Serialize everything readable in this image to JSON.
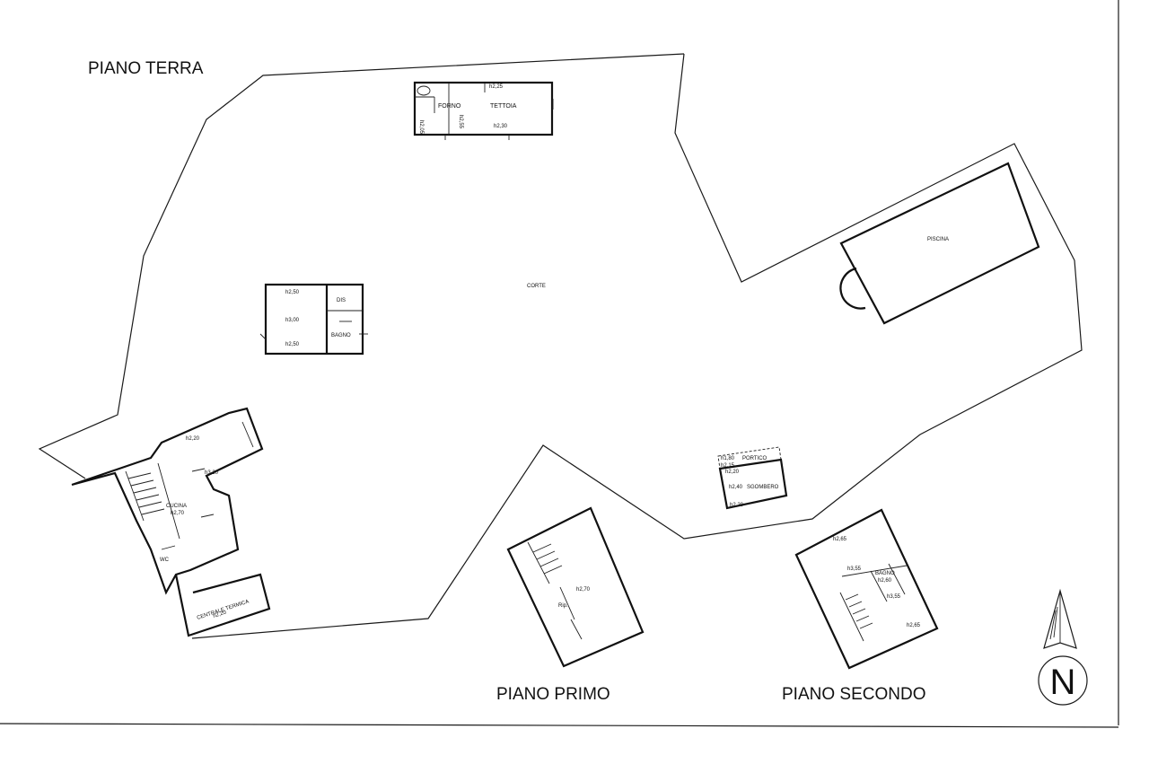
{
  "floors": {
    "ground": "PIANO TERRA",
    "first": "PIANO PRIMO",
    "second": "PIANO SECONDO"
  },
  "north": "N",
  "site": {
    "court": "CORTE",
    "pool": "PISCINA"
  },
  "shed": {
    "oven": "FORNO",
    "canopy": "TETTOIA",
    "h1": "h2,25",
    "h2": "h2,55",
    "h3": "h2,30",
    "h4": "h2,05"
  },
  "annex": {
    "dis": "DIS",
    "bath": "BAGNO",
    "h_top": "h2,50",
    "h_mid": "h3,00",
    "h_bot": "h2,50"
  },
  "main_ground": {
    "kitchen": "CUCINA",
    "kitchen_h": "h2,70",
    "h_a": "h2,20",
    "h_b": "h3,20",
    "wc": "WC",
    "thermal": "CENTRALE TERMICA",
    "thermal_h": "h2,20"
  },
  "storage": {
    "porch": "PORTICO",
    "storage": "SGOMBERO",
    "h_a": "h1,80",
    "h_b": "h2,15",
    "h_c": "h2,20",
    "h_d": "h2,40",
    "h_e": "h2,20"
  },
  "first_floor": {
    "h": "h2,70",
    "rip": "Rip."
  },
  "second_floor": {
    "h_top": "h2,65",
    "h_a": "h3,55",
    "bath": "BAGNO",
    "bath_h": "h2,60",
    "h_b": "h3,55",
    "h_bot": "h2,65"
  }
}
